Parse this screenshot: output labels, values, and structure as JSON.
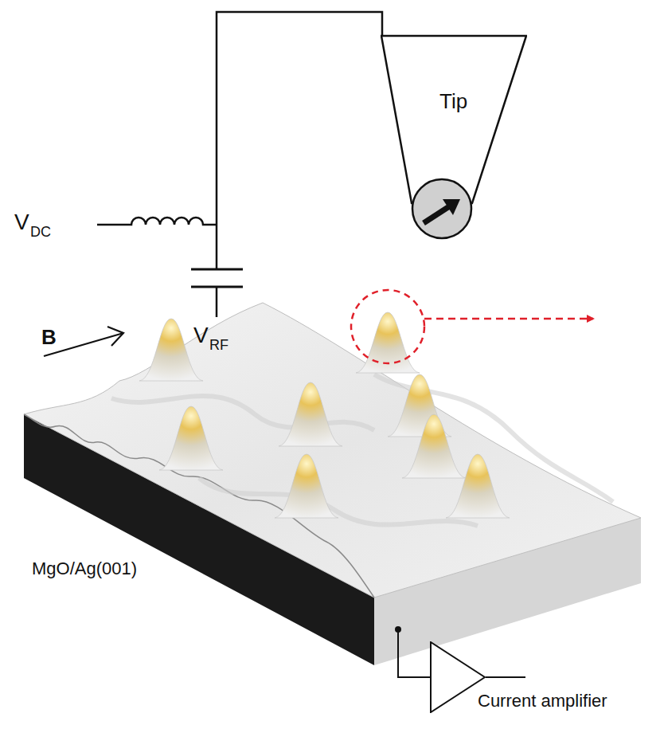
{
  "diagram": {
    "nodes": [
      {
        "text": [
          "Tip"
        ]
      },
      {
        "text": [
          "Current amplifier"
        ]
      }
    ],
    "labels": [
      "V",
      "DC",
      "V",
      "RF",
      "B",
      "MgO/Ag(001)"
    ]
  }
}
